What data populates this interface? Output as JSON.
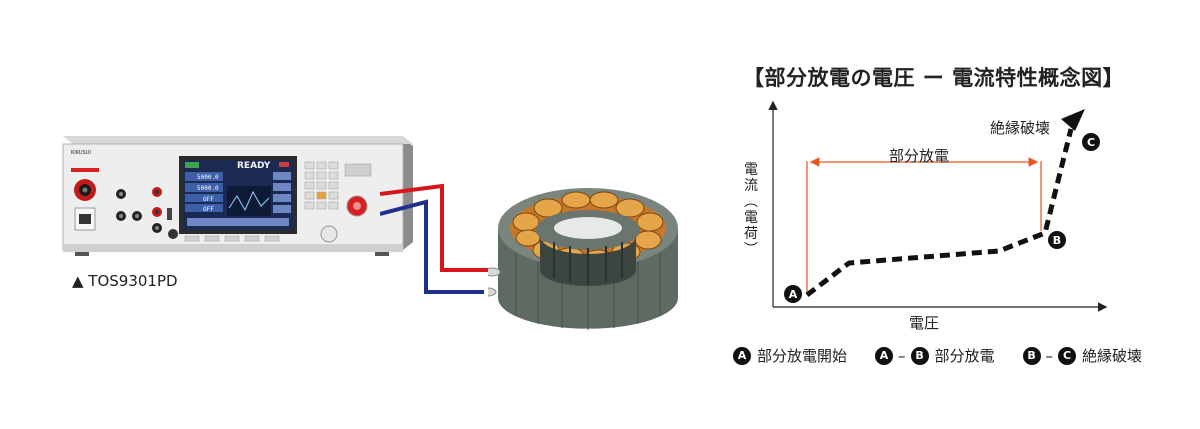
{
  "instrument": {
    "model_label": "▲ TOS9301PD",
    "brand": "KIKUSUI",
    "screen_status": "READY",
    "screen_values": [
      "5000.0",
      "5000.0",
      "OFF",
      "OFF"
    ]
  },
  "chart": {
    "title": "【部分放電の電圧 ー 電流特性概念図】",
    "ylabel_chars": [
      "電",
      "流",
      "︵",
      "電",
      "荷",
      "︶"
    ],
    "xlabel": "電圧",
    "region_label": "部分放電",
    "breakdown_label": "絶縁破壊",
    "points": [
      {
        "id": "A",
        "label": "A"
      },
      {
        "id": "B",
        "label": "B"
      },
      {
        "id": "C",
        "label": "C"
      }
    ]
  },
  "legend": [
    {
      "from": "A",
      "to": null,
      "text": "部分放電開始"
    },
    {
      "from": "A",
      "to": "B",
      "text": "部分放電"
    },
    {
      "from": "B",
      "to": "C",
      "text": "絶縁破壊"
    }
  ],
  "colors": {
    "accent_orange": "#e8541e",
    "wire_red": "#d7151a",
    "wire_blue": "#1f2f8c",
    "screen_bg": "#1b2a52",
    "curve": "#111111"
  }
}
